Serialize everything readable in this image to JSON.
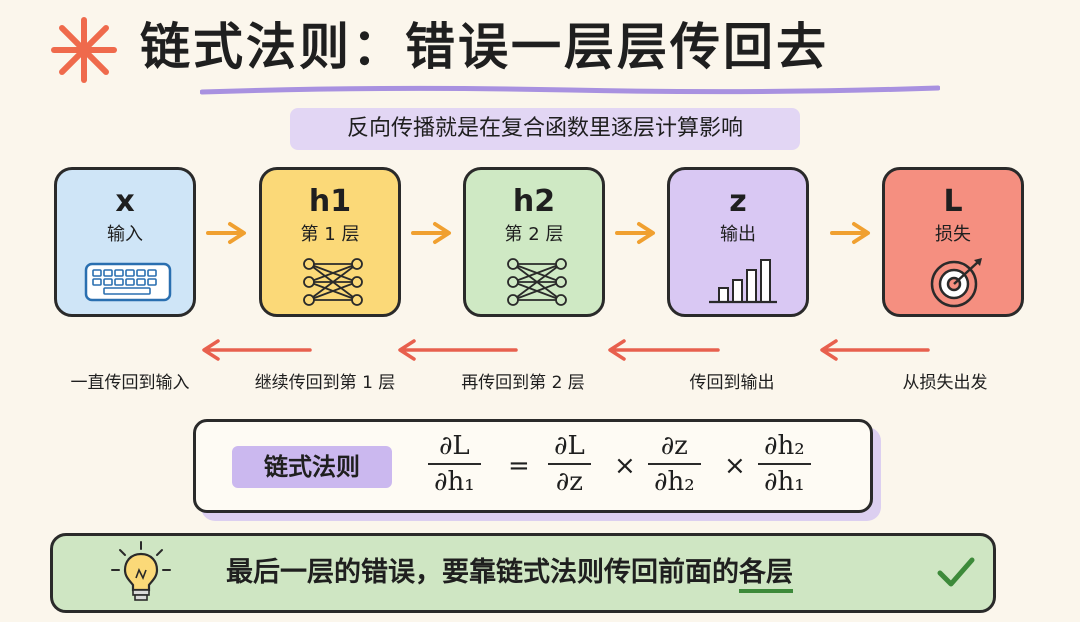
{
  "title": "链式法则：错误一层层传回去",
  "subtitle": "反向传播就是在复合函数里逐层计算影响",
  "nodes": [
    {
      "symbol": "x",
      "label": "输入",
      "icon": "keyboard-icon"
    },
    {
      "symbol": "h1",
      "label": "第 1 层",
      "icon": "network-icon"
    },
    {
      "symbol": "h2",
      "label": "第 2 层",
      "icon": "network-icon"
    },
    {
      "symbol": "z",
      "label": "输出",
      "icon": "bar-chart-icon"
    },
    {
      "symbol": "L",
      "label": "损失",
      "icon": "target-icon"
    }
  ],
  "backward_labels": [
    "一直传回到输入",
    "继续传回到第 1 层",
    "再传回到第 2 层",
    "传回到输出",
    "从损失出发"
  ],
  "formula": {
    "name": "链式法则",
    "lhs": {
      "num": "∂L",
      "den": "∂h₁"
    },
    "eq": "=",
    "times": "×",
    "terms": [
      {
        "num": "∂L",
        "den": "∂z"
      },
      {
        "num": "∂z",
        "den": "∂h₂"
      },
      {
        "num": "∂h₂",
        "den": "∂h₁"
      }
    ]
  },
  "banner": {
    "text_main": "最后一层的错误，要靠链式法则传回前面的",
    "text_highlight": "各层"
  },
  "colors": {
    "forward_arrow": "#f0a030",
    "backward_arrow": "#e8604e",
    "star": "#ef6a4c",
    "underline": "#a891e0",
    "check": "#3d8a3a"
  }
}
